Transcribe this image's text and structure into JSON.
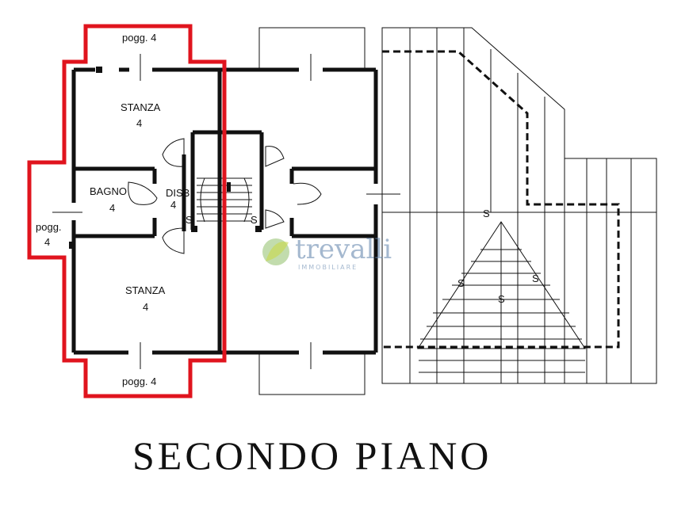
{
  "plan": {
    "title": "SECONDO PIANO",
    "highlight_color": "#e0141e",
    "rooms": {
      "stanza_top": {
        "name": "STANZA",
        "num": "4"
      },
      "stanza_bottom": {
        "name": "STANZA",
        "num": "4"
      },
      "bagno": {
        "name": "BAGNO",
        "num": "4"
      },
      "disb": {
        "name": "DISB.",
        "num": "4"
      }
    },
    "balconies": {
      "top": "pogg. 4",
      "bottom": "pogg. 4",
      "left_name": "pogg.",
      "left_num": "4"
    },
    "stair_marks": [
      "S",
      "S",
      "S",
      "S",
      "S",
      "S"
    ]
  },
  "watermark": {
    "brand": "trevalli",
    "tagline": "IMMOBILIARE"
  }
}
